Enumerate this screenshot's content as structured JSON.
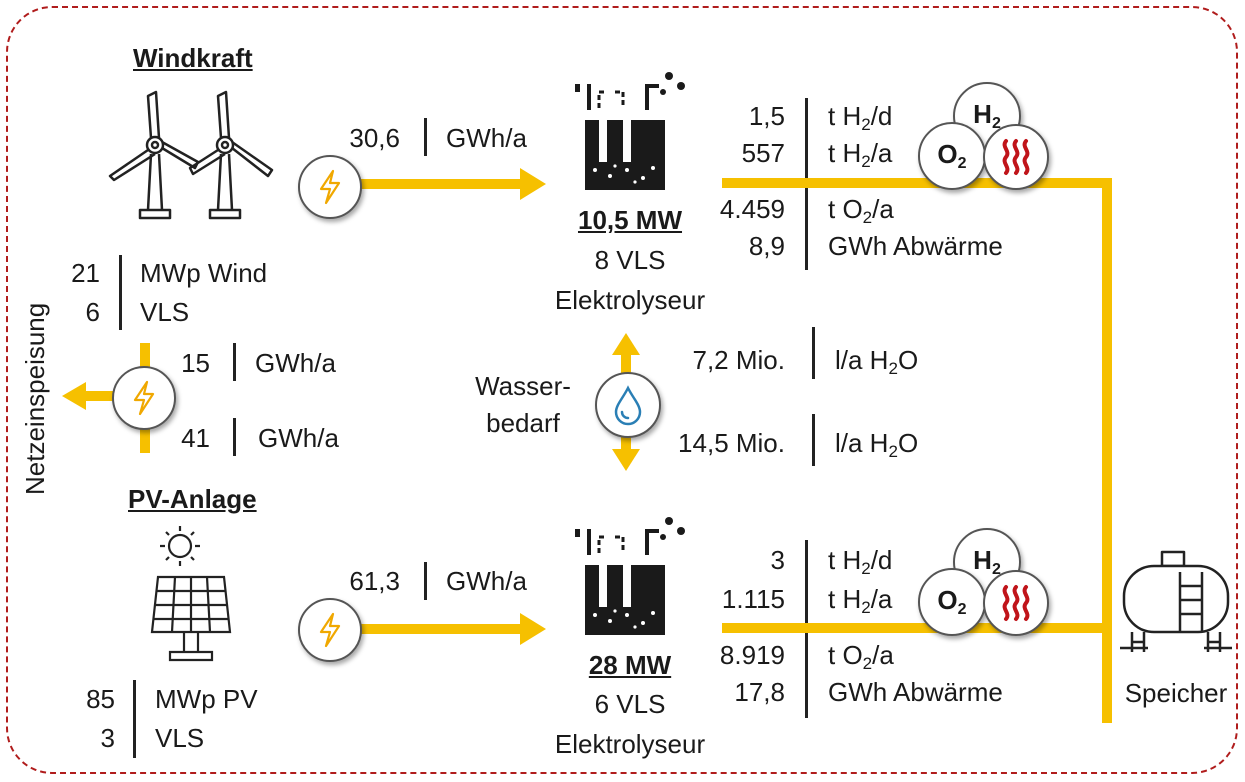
{
  "colors": {
    "flow": "#f6c000",
    "frame": "#b01c1c",
    "water": "#2a7fb5",
    "heat": "#c0141a"
  },
  "side_label": "Netzeinspeisung",
  "wind": {
    "title": "Windkraft",
    "capacity_value": "21",
    "capacity_unit": "MWp Wind",
    "vls_value": "6",
    "vls_unit": "VLS",
    "flow_value": "30,6",
    "flow_unit": "GWh/a"
  },
  "pv": {
    "title": "PV-Anlage",
    "capacity_value": "85",
    "capacity_unit": "MWp PV",
    "vls_value": "3",
    "vls_unit": "VLS",
    "flow_value": "61,3",
    "flow_unit": "GWh/a"
  },
  "grid": {
    "wind_value": "15",
    "wind_unit": "GWh/a",
    "pv_value": "41",
    "pv_unit": "GWh/a"
  },
  "electrolyzer_top": {
    "power": "10,5 MW",
    "vls": "8 VLS",
    "label": "Elektrolyseur",
    "outputs": [
      {
        "value": "1,5",
        "pre": "t H",
        "sub": "2",
        "post": "/d"
      },
      {
        "value": "557",
        "pre": "t H",
        "sub": "2",
        "post": "/a"
      },
      {
        "value": "4.459",
        "pre": "t O",
        "sub": "2",
        "post": "/a"
      },
      {
        "value": "8,9",
        "pre": "GWh Abwärme",
        "sub": "",
        "post": ""
      }
    ]
  },
  "electrolyzer_bottom": {
    "power": "28 MW",
    "vls": "6 VLS",
    "label": "Elektrolyseur",
    "outputs": [
      {
        "value": "3",
        "pre": "t H",
        "sub": "2",
        "post": "/d"
      },
      {
        "value": "1.115",
        "pre": "t H",
        "sub": "2",
        "post": "/a"
      },
      {
        "value": "8.919",
        "pre": "t O",
        "sub": "2",
        "post": "/a"
      },
      {
        "value": "17,8",
        "pre": "GWh Abwärme",
        "sub": "",
        "post": ""
      }
    ]
  },
  "water": {
    "label_line1": "Wasser-",
    "label_line2": "bedarf",
    "top_value": "7,2 Mio.",
    "top_pre": "l/a H",
    "top_sub": "2",
    "top_post": "O",
    "bottom_value": "14,5 Mio.",
    "bottom_pre": "l/a H",
    "bottom_sub": "2",
    "bottom_post": "O"
  },
  "badges": {
    "h2": "H",
    "o2": "O",
    "sub": "2"
  },
  "storage": {
    "label": "Speicher"
  },
  "icons": [
    "wind-turbine-icon",
    "solar-panel-icon",
    "sun-icon",
    "lightning-icon",
    "water-drop-icon",
    "electrolyzer-icon",
    "heat-icon",
    "storage-tank-icon"
  ]
}
